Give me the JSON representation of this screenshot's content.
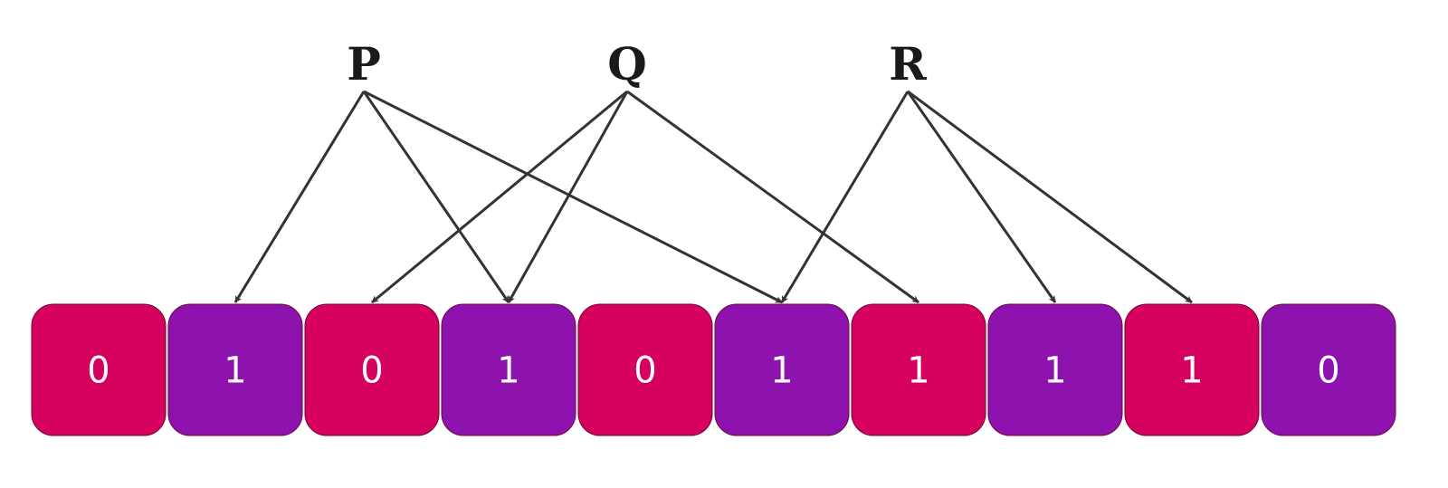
{
  "colors": {
    "cell_pink": "#d6005f",
    "cell_purple": "#8e12ad",
    "arrow": "#333333",
    "label": "#1a1a1a",
    "bit_text": "#ffffff"
  },
  "sources": [
    {
      "label": "P"
    },
    {
      "label": "Q"
    },
    {
      "label": "R"
    }
  ],
  "cells": [
    {
      "value": "0",
      "color": "pink"
    },
    {
      "value": "1",
      "color": "purple"
    },
    {
      "value": "0",
      "color": "pink"
    },
    {
      "value": "1",
      "color": "purple"
    },
    {
      "value": "0",
      "color": "pink"
    },
    {
      "value": "1",
      "color": "purple"
    },
    {
      "value": "1",
      "color": "pink"
    },
    {
      "value": "1",
      "color": "purple"
    },
    {
      "value": "1",
      "color": "pink"
    },
    {
      "value": "0",
      "color": "purple"
    }
  ],
  "edges": [
    {
      "source": 0,
      "target": 1
    },
    {
      "source": 0,
      "target": 3
    },
    {
      "source": 0,
      "target": 5
    },
    {
      "source": 1,
      "target": 2
    },
    {
      "source": 1,
      "target": 3
    },
    {
      "source": 1,
      "target": 6
    },
    {
      "source": 2,
      "target": 5
    },
    {
      "source": 2,
      "target": 7
    },
    {
      "source": 2,
      "target": 8
    }
  ]
}
